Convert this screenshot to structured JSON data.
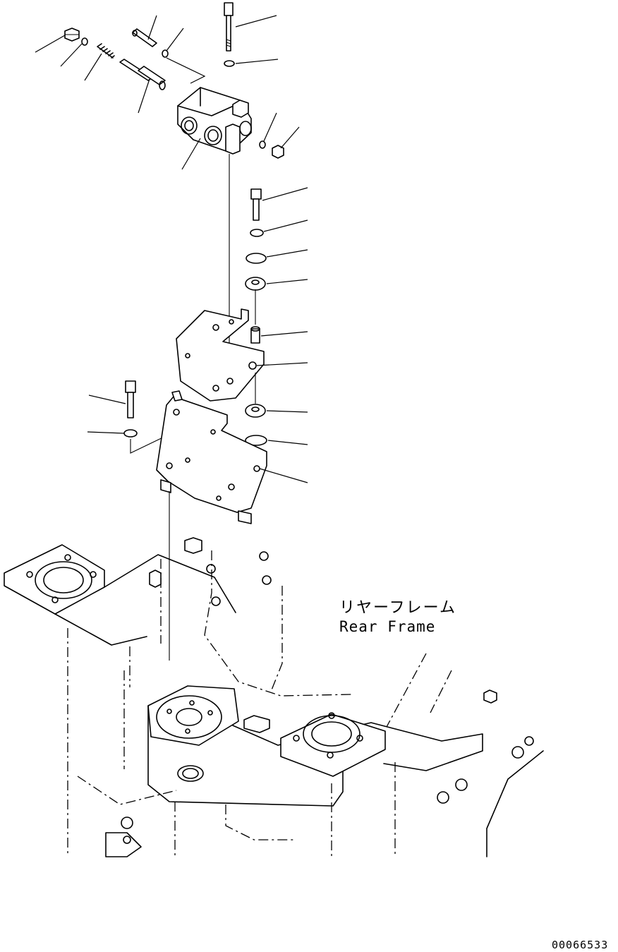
{
  "frame_label": {
    "japanese": "リヤーフレーム",
    "english": "Rear Frame"
  },
  "drawing_number": "00066533"
}
